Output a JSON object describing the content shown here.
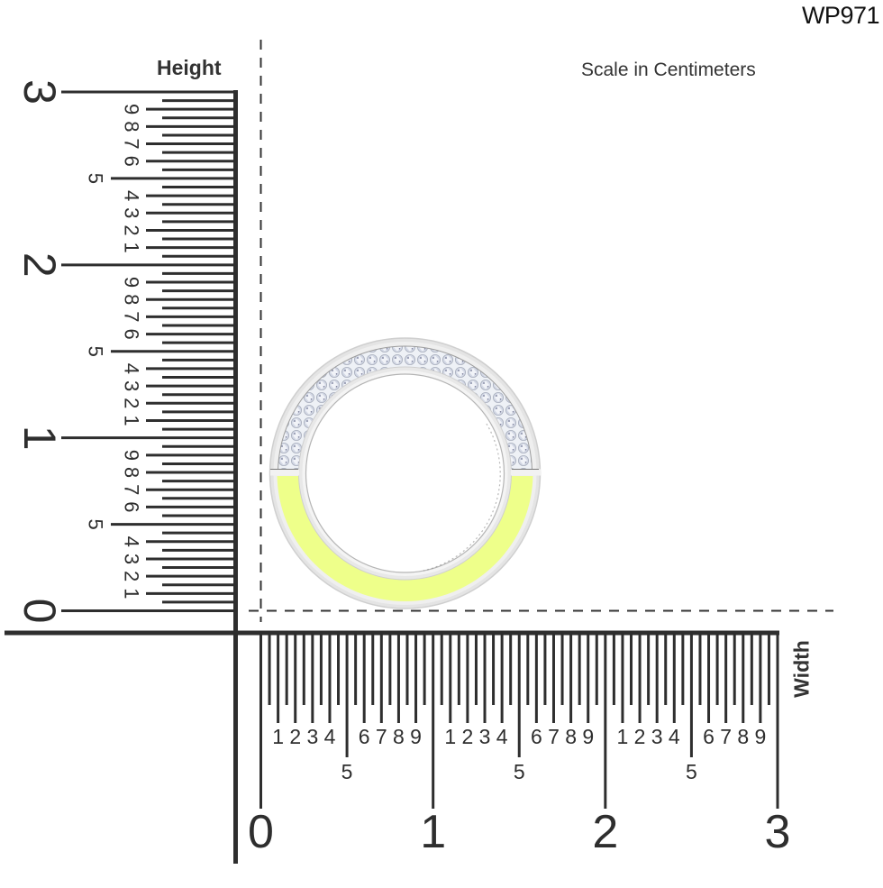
{
  "product": {
    "sku": "WP971",
    "scale_caption": "Scale in Centimeters"
  },
  "rulers": {
    "height": {
      "label": "Height",
      "unit": "cm",
      "major_labels": [
        "0",
        "1",
        "2",
        "3"
      ],
      "minor_labels": [
        "1",
        "2",
        "3",
        "4",
        "5",
        "6",
        "7",
        "8",
        "9"
      ],
      "range": [
        0,
        3
      ]
    },
    "width": {
      "label": "Width",
      "unit": "cm",
      "major_labels": [
        "0",
        "1",
        "2",
        "3"
      ],
      "minor_labels": [
        "1",
        "2",
        "3",
        "4",
        "5",
        "6",
        "7",
        "8",
        "9"
      ],
      "range": [
        0,
        3
      ]
    }
  },
  "ring": {
    "description": "Round pendant ring with diamond pavé upper half and lime enamel lower half",
    "metal_color": "#e6e6e6",
    "enamel_color": "#eeff8a",
    "stone_color": "#dfe4ee",
    "approx_width_cm": 1.57,
    "approx_height_cm": 1.57
  },
  "colors": {
    "ruler": "#2e2e2e",
    "dashed_guides": "#333333",
    "background": "#ffffff"
  }
}
